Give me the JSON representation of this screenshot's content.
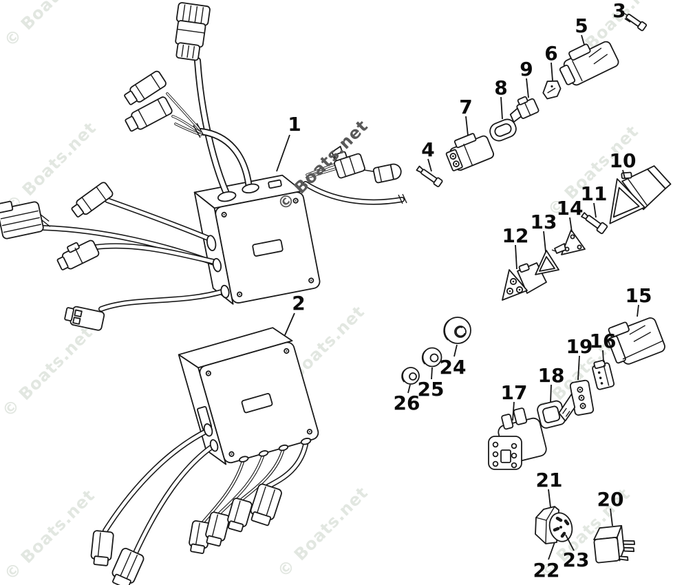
{
  "watermark": {
    "text": "© Boats.net"
  },
  "colors": {
    "line": "#191919",
    "background": "#ffffff",
    "watermark_light": "#e2e7e1",
    "watermark_dark": "#595959",
    "callout": "#0a0a0a"
  },
  "parts": [
    {
      "number": "1"
    },
    {
      "number": "2"
    },
    {
      "number": "3"
    },
    {
      "number": "4"
    },
    {
      "number": "5"
    },
    {
      "number": "6"
    },
    {
      "number": "7"
    },
    {
      "number": "8"
    },
    {
      "number": "9"
    },
    {
      "number": "10"
    },
    {
      "number": "11"
    },
    {
      "number": "12"
    },
    {
      "number": "13"
    },
    {
      "number": "14"
    },
    {
      "number": "15"
    },
    {
      "number": "16"
    },
    {
      "number": "17"
    },
    {
      "number": "18"
    },
    {
      "number": "19"
    },
    {
      "number": "20"
    },
    {
      "number": "21"
    },
    {
      "number": "22"
    },
    {
      "number": "23"
    },
    {
      "number": "24"
    },
    {
      "number": "25"
    },
    {
      "number": "26"
    }
  ]
}
